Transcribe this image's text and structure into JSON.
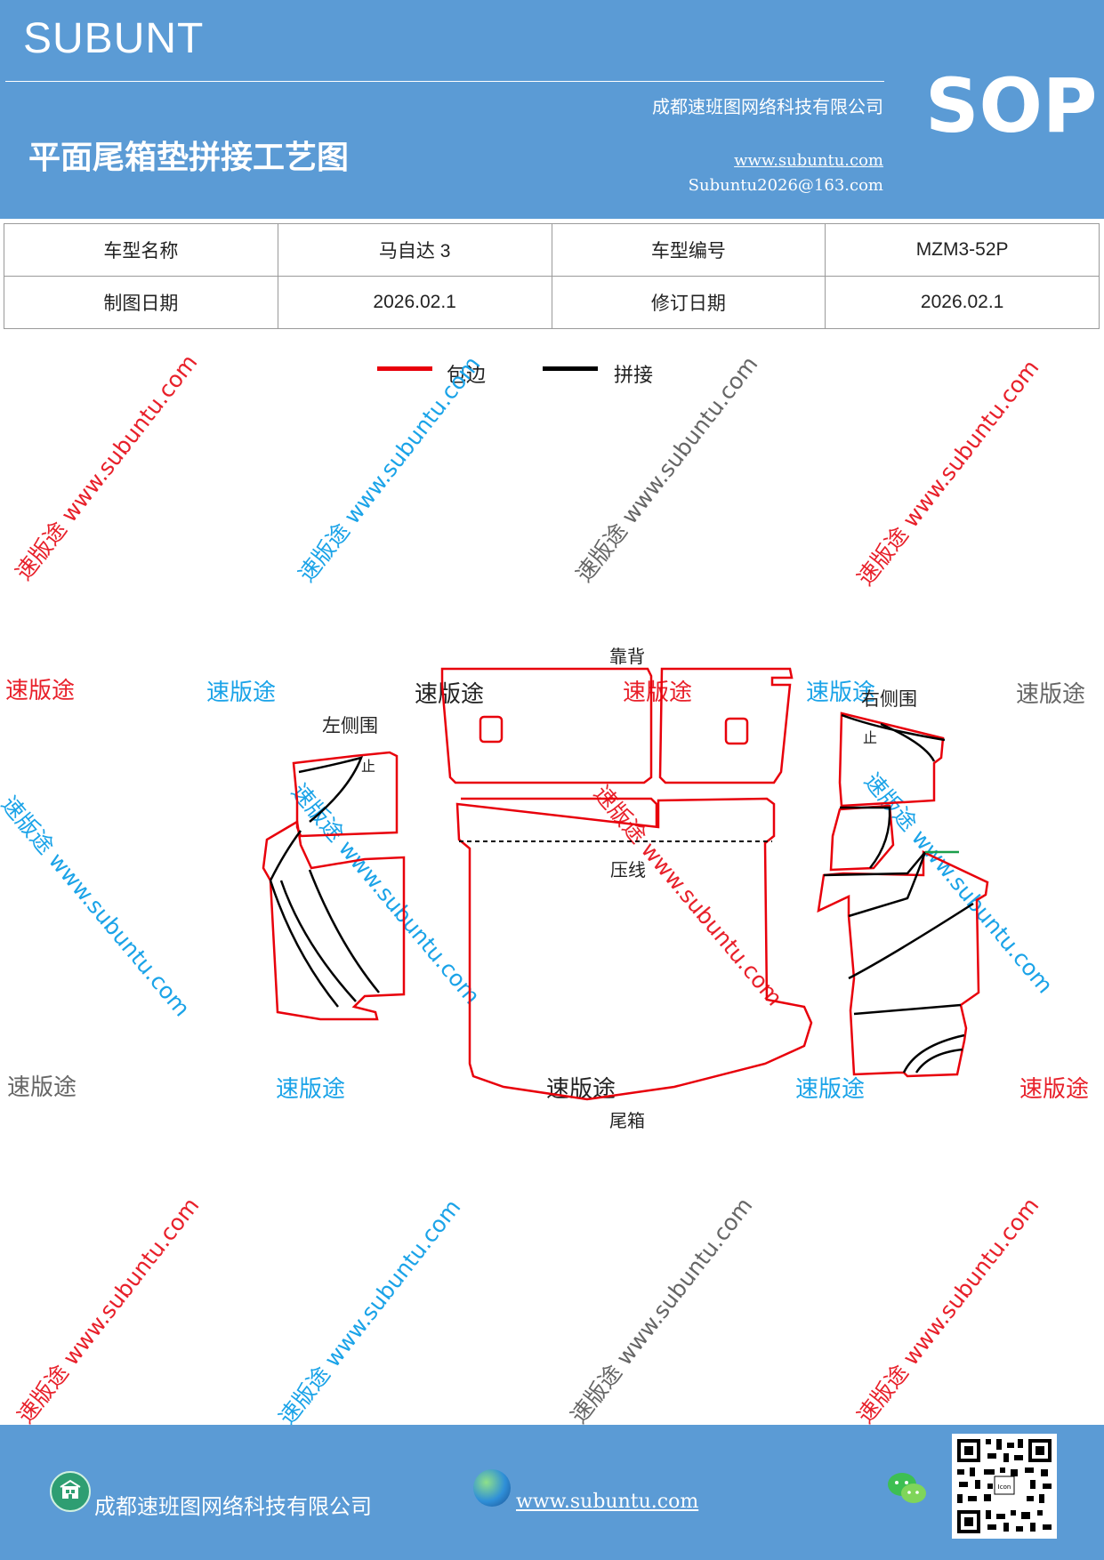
{
  "header": {
    "brand": "SUBUNT",
    "company": "成都速班图网络科技有限公司",
    "title": "平面尾箱垫拼接工艺图",
    "url": "www.subuntu.com",
    "email": "Subuntu2026@163.com",
    "badge": "SOP"
  },
  "info_table": {
    "model_name_label": "车型名称",
    "model_name_value": "马自达 3",
    "model_code_label": "车型编号",
    "model_code_value": "MZM3-52P",
    "draw_date_label": "制图日期",
    "draw_date_value": "2026.02.1",
    "revise_date_label": "修订日期",
    "revise_date_value": "2026.02.1"
  },
  "legend": {
    "items": [
      {
        "label": "包边",
        "color": "#e8000b"
      },
      {
        "label": "拼接",
        "color": "#000000"
      }
    ]
  },
  "watermark": {
    "diagonal_text": "速版途 www.subuntu.com",
    "short_text": "速版途",
    "colors": {
      "red": "#e8202a",
      "blue": "#1aa3e8",
      "gray": "#666666"
    }
  },
  "diagram": {
    "label_back": "靠背",
    "label_press_line": "压线",
    "label_trunk": "尾箱",
    "label_left_side": "左侧围",
    "label_right_side": "右侧围",
    "label_stop_left": "止",
    "label_stop_right": "止"
  },
  "footer": {
    "company": "成都速班图网络科技有限公司",
    "url": "www.subuntu.com"
  },
  "icons": {
    "home": "home-icon",
    "globe": "globe-icon",
    "wechat": "wechat-icon",
    "qr": "qr-code"
  }
}
